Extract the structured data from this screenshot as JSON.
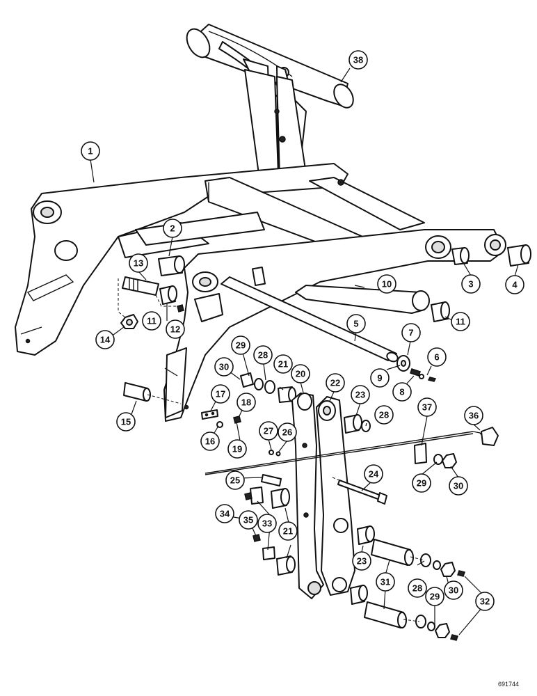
{
  "callouts": [
    {
      "n": "1"
    },
    {
      "n": "2"
    },
    {
      "n": "3"
    },
    {
      "n": "4"
    },
    {
      "n": "5"
    },
    {
      "n": "6"
    },
    {
      "n": "7"
    },
    {
      "n": "8"
    },
    {
      "n": "9"
    },
    {
      "n": "10"
    },
    {
      "n": "11"
    },
    {
      "n": "11"
    },
    {
      "n": "12"
    },
    {
      "n": "13"
    },
    {
      "n": "14"
    },
    {
      "n": "15"
    },
    {
      "n": "16"
    },
    {
      "n": "17"
    },
    {
      "n": "18"
    },
    {
      "n": "19"
    },
    {
      "n": "20"
    },
    {
      "n": "21"
    },
    {
      "n": "21"
    },
    {
      "n": "22"
    },
    {
      "n": "23"
    },
    {
      "n": "23"
    },
    {
      "n": "24"
    },
    {
      "n": "25"
    },
    {
      "n": "26"
    },
    {
      "n": "27"
    },
    {
      "n": "28"
    },
    {
      "n": "28"
    },
    {
      "n": "28"
    },
    {
      "n": "29"
    },
    {
      "n": "29"
    },
    {
      "n": "29"
    },
    {
      "n": "30"
    },
    {
      "n": "30"
    },
    {
      "n": "30"
    },
    {
      "n": "31"
    },
    {
      "n": "32"
    },
    {
      "n": "33"
    },
    {
      "n": "34"
    },
    {
      "n": "35"
    },
    {
      "n": "36"
    },
    {
      "n": "37"
    },
    {
      "n": "38"
    }
  ],
  "reference_code": "691744"
}
